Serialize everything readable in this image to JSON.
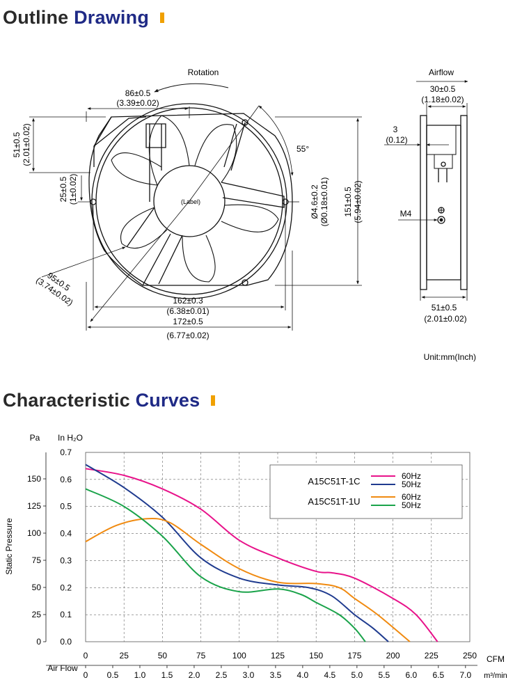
{
  "section_outline": {
    "word1": "Outline",
    "word2": "Drawing"
  },
  "section_curves": {
    "word1": "Characteristic",
    "word2": "Curves"
  },
  "accent_colors": {
    "title_blue": "#1f2a86",
    "title_mark": "#f0a000"
  },
  "drawing": {
    "front": {
      "rotation": "Rotation",
      "dim_86": "86±0.5",
      "dim_86_in": "(3.39±0.02)",
      "dim_51": "51±0.5",
      "dim_51_in": "(2.01±0.02)",
      "dim_25": "25±0.5",
      "dim_25_in": "(1±0.02)",
      "dim_95": "95±0.5",
      "dim_95_in": "(3.74±0.02)",
      "angle": "55°",
      "label": "(Label)",
      "hole": "Ø4.6±0.2",
      "hole_in": "(Ø0.18±0.01)",
      "dim_151": "151±0.5",
      "dim_151_in": "(5.94±0.02)",
      "dim_162": "162±0.3",
      "dim_162_in": "(6.38±0.01)",
      "dim_172": "172±0.5",
      "dim_172_in": "(6.77±0.02)"
    },
    "side": {
      "airflow": "Airflow",
      "dim_30": "30±0.5",
      "dim_30_in": "(1.18±0.02)",
      "dim_3": "3",
      "dim_3_in": "(0.12)",
      "m4": "M4",
      "dim_51": "51±0.5",
      "dim_51_in": "(2.01±0.02)"
    },
    "unit": "Unit:mm(Inch)"
  },
  "chart_data": {
    "type": "line",
    "title": "",
    "xlabel": "Air Flow",
    "ylabel": "Static Pressure",
    "y_units": {
      "left": "Pa",
      "right": "In H₂O"
    },
    "x_units": {
      "top": "CFM",
      "bottom": "m³/min"
    },
    "xlim": [
      0,
      250
    ],
    "ylim_inh2o": [
      0,
      0.7
    ],
    "x_ticks_cfm": [
      "0",
      "25",
      "50",
      "75",
      "100",
      "125",
      "150",
      "175",
      "200",
      "225",
      "250"
    ],
    "x_ticks_m3min": [
      "0",
      "0.5",
      "1.0",
      "1.5",
      "2.0",
      "2.5",
      "3.0",
      "3.5",
      "4.0",
      "4.5",
      "5.0",
      "5.5",
      "6.0",
      "6.5",
      "7.0"
    ],
    "y_ticks_inh2o": [
      "0.0",
      "0.1",
      "0.2",
      "0.3",
      "0.4",
      "0.5",
      "0.6",
      "0.7"
    ],
    "y_ticks_pa": [
      "0",
      "25",
      "50",
      "75",
      "100",
      "125",
      "150"
    ],
    "grid": true,
    "legend": {
      "placement": "top-right",
      "groups": [
        {
          "model": "A15C51T-1C",
          "entries": [
            {
              "label": "60Hz",
              "color": "#e8128a"
            },
            {
              "label": "50Hz",
              "color": "#1f3b8f"
            }
          ]
        },
        {
          "model": "A15C51T-1U",
          "entries": [
            {
              "label": "60Hz",
              "color": "#f08a10"
            },
            {
              "label": "50Hz",
              "color": "#1aa34a"
            }
          ]
        }
      ]
    },
    "series": [
      {
        "name": "A15C51T-1C 60Hz",
        "color": "#e8128a",
        "x": [
          0,
          25,
          50,
          75,
          100,
          125,
          150,
          160,
          175,
          200,
          215,
          229
        ],
        "y": [
          0.64,
          0.615,
          0.565,
          0.49,
          0.375,
          0.31,
          0.26,
          0.255,
          0.235,
          0.16,
          0.1,
          0.0
        ]
      },
      {
        "name": "A15C51T-1C 50Hz",
        "color": "#1f3b8f",
        "x": [
          0,
          25,
          50,
          75,
          100,
          125,
          145,
          160,
          175,
          187,
          197
        ],
        "y": [
          0.655,
          0.57,
          0.46,
          0.31,
          0.235,
          0.21,
          0.2,
          0.17,
          0.1,
          0.05,
          0.0
        ]
      },
      {
        "name": "A15C51T-1U 60Hz",
        "color": "#f08a10",
        "x": [
          0,
          20,
          40,
          55,
          75,
          100,
          125,
          150,
          165,
          175,
          190,
          211
        ],
        "y": [
          0.37,
          0.43,
          0.455,
          0.44,
          0.36,
          0.27,
          0.22,
          0.215,
          0.2,
          0.16,
          0.1,
          0.0
        ]
      },
      {
        "name": "A15C51T-1U 50Hz",
        "color": "#1aa34a",
        "x": [
          0,
          25,
          50,
          75,
          100,
          125,
          140,
          150,
          165,
          175,
          182
        ],
        "y": [
          0.565,
          0.5,
          0.39,
          0.24,
          0.185,
          0.195,
          0.175,
          0.145,
          0.1,
          0.05,
          0.0
        ]
      }
    ]
  }
}
